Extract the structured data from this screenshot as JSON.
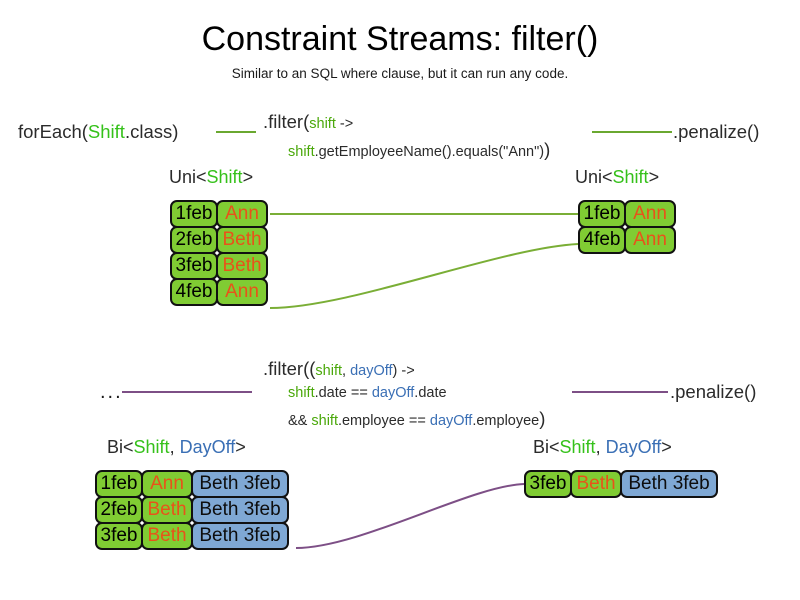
{
  "header": {
    "title": "Constraint Streams: filter()",
    "subtitle": "Similar to an SQL where clause, but it can run any code."
  },
  "colors": {
    "green_fill": "#80cc33",
    "blue_fill": "#7fa8d4",
    "green_text": "#4aa80a",
    "blue_text": "#3a6fb5",
    "orange_text": "#e8531a",
    "green_wire": "#6aa830",
    "purple_wire": "#7d4f86",
    "border": "#111111"
  },
  "section_uni": {
    "source_label": {
      "prefix": "forEach(",
      "type": "Shift",
      "suffix": ".class)"
    },
    "filter": {
      "line1_prefix": ".filter(",
      "line1_param": "shift",
      "line1_suffix": " ->",
      "line2_param": "shift",
      "line2_body": ".getEmployeeName().equals(\"Ann\")",
      "line2_close": ")"
    },
    "sink_label": ".penalize()",
    "left_stream": {
      "label_prefix": "Uni<",
      "label_type": "Shift",
      "label_suffix": ">",
      "rows": [
        {
          "date": "1feb",
          "name": "Ann"
        },
        {
          "date": "2feb",
          "name": "Beth"
        },
        {
          "date": "3feb",
          "name": "Beth"
        },
        {
          "date": "4feb",
          "name": "Ann"
        }
      ]
    },
    "right_stream": {
      "label_prefix": "Uni<",
      "label_type": "Shift",
      "label_suffix": ">",
      "rows": [
        {
          "date": "1feb",
          "name": "Ann"
        },
        {
          "date": "4feb",
          "name": "Ann"
        }
      ]
    }
  },
  "section_bi": {
    "source_label": "...",
    "filter": {
      "line1_prefix": ".filter((",
      "line1_param1": "shift",
      "line1_comma": ", ",
      "line1_param2": "dayOff",
      "line1_suffix": ") ->",
      "line2_param1": "shift",
      "line2_mid": ".date == ",
      "line2_param2": "dayOff",
      "line2_end": ".date",
      "line3_and": "&& ",
      "line3_param1": "shift",
      "line3_mid": ".employee == ",
      "line3_param2": "dayOff",
      "line3_end": ".employee",
      "line3_close": ")"
    },
    "sink_label": ".penalize()",
    "left_stream": {
      "label_prefix": "Bi<",
      "label_type1": "Shift",
      "label_comma": ", ",
      "label_type2": "DayOff",
      "label_suffix": ">",
      "rows": [
        {
          "date": "1feb",
          "name": "Ann",
          "pair": "Beth 3feb"
        },
        {
          "date": "2feb",
          "name": "Beth",
          "pair": "Beth 3feb"
        },
        {
          "date": "3feb",
          "name": "Beth",
          "pair": "Beth 3feb"
        }
      ]
    },
    "right_stream": {
      "label_prefix": "Bi<",
      "label_type1": "Shift",
      "label_comma": ", ",
      "label_type2": "DayOff",
      "label_suffix": ">",
      "rows": [
        {
          "date": "3feb",
          "name": "Beth",
          "pair": "Beth 3feb"
        }
      ]
    }
  }
}
